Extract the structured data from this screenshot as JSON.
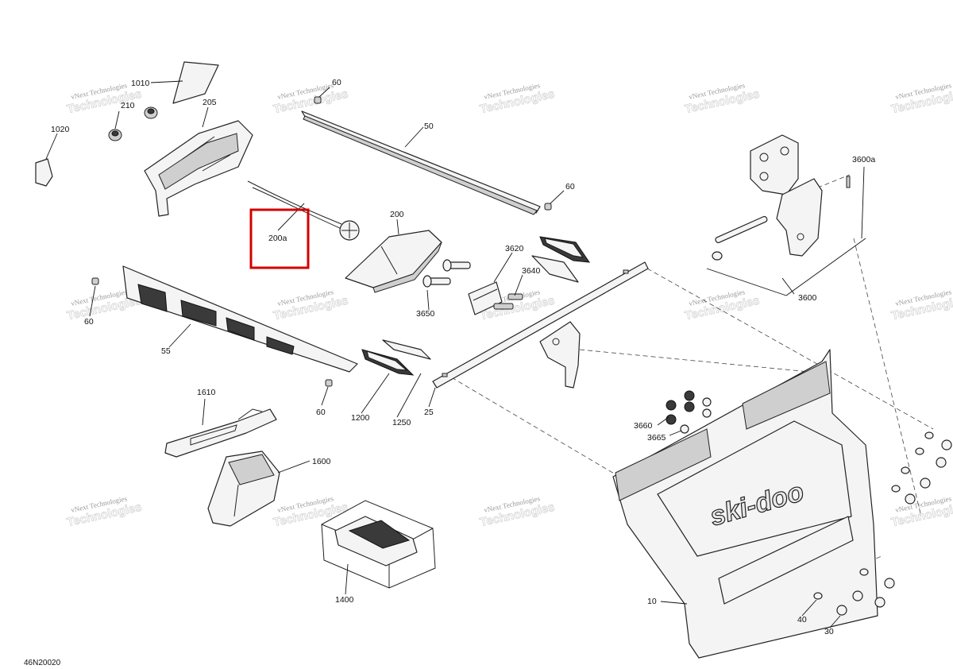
{
  "diagram_code": "46N20020",
  "watermark": {
    "line1": "vNext Technologies",
    "line2": "Technologies"
  },
  "highlight": {
    "color": "#d40000",
    "label": "200a"
  },
  "callouts": {
    "c1010": "1010",
    "c210": "210",
    "c205": "205",
    "c1020": "1020",
    "c60_top": "60",
    "c50": "50",
    "c60_right": "60",
    "c200": "200",
    "c200a": "200a",
    "c3620": "3620",
    "c3640": "3640",
    "c3650": "3650",
    "c60_left": "60",
    "c55": "55",
    "c1610": "1610",
    "c60_bottom": "60",
    "c1200": "1200",
    "c1250": "1250",
    "c25": "25",
    "c1600": "1600",
    "c1400": "1400",
    "c3600a": "3600a",
    "c3600": "3600",
    "c3660": "3660",
    "c3665": "3665",
    "c10": "10",
    "c40": "40",
    "c30": "30"
  },
  "logo": "ski-doo"
}
